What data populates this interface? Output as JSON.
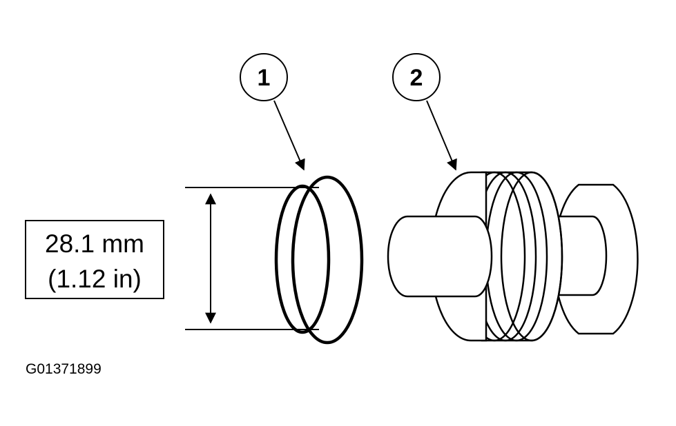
{
  "measurement": {
    "metric": "28.1 mm",
    "imperial": "(1.12 in)"
  },
  "callouts": [
    {
      "number": "1"
    },
    {
      "number": "2"
    }
  ],
  "figure_id": "G01371899",
  "colors": {
    "line": "#000000",
    "background": "#ffffff"
  }
}
